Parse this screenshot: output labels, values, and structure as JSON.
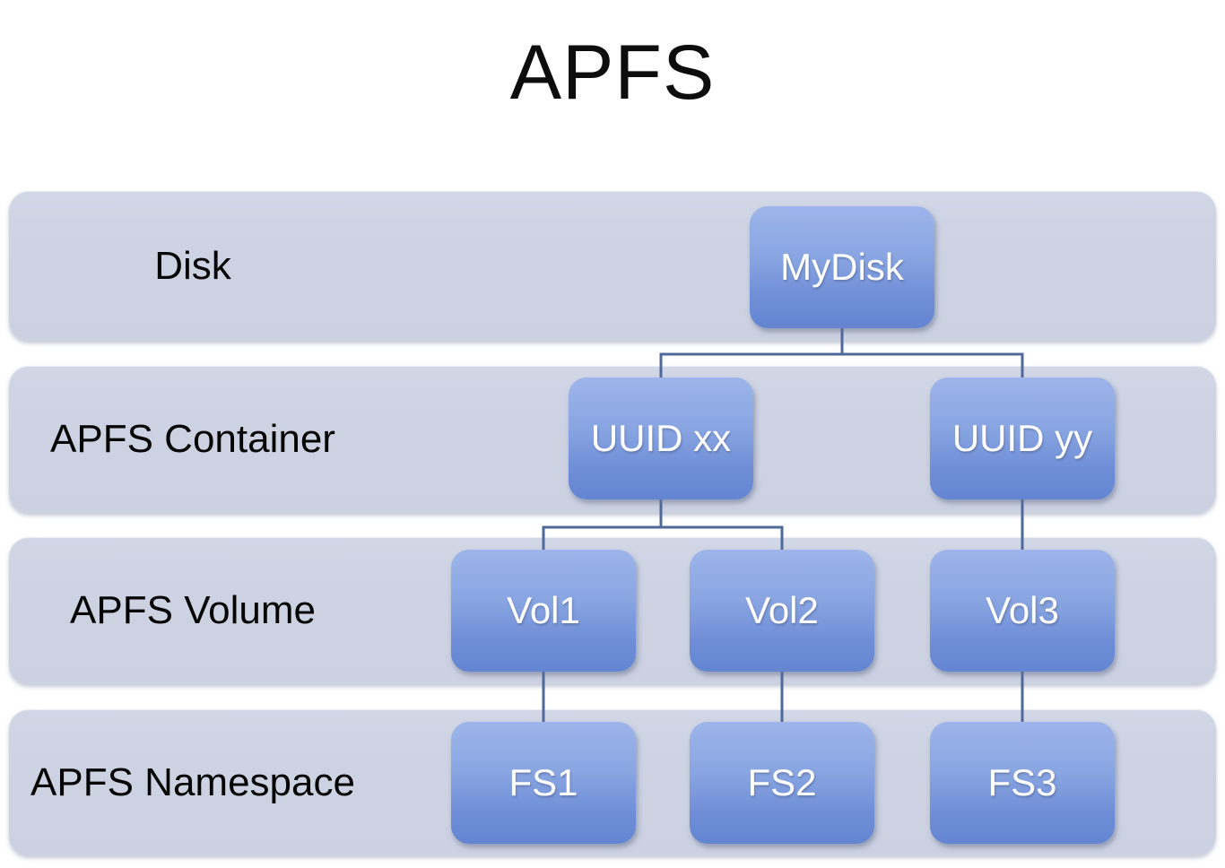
{
  "title": "APFS",
  "colors": {
    "background": "#ffffff",
    "band_fill": "#cdd3e3",
    "node_gradient_top": "#9db5ea",
    "node_gradient_bottom": "#6385d2",
    "connector_line": "#4e699a",
    "band_label_text": "#050505",
    "node_label_text": "#ffffff",
    "title_text": "#0d0d0d"
  },
  "diagram": {
    "type": "layered-hierarchy",
    "rows": [
      {
        "label": "Disk",
        "nodes": [
          {
            "id": "mydisk",
            "label": "MyDisk"
          }
        ]
      },
      {
        "label": "APFS Container",
        "nodes": [
          {
            "id": "uuid-xx",
            "label": "UUID xx"
          },
          {
            "id": "uuid-yy",
            "label": "UUID yy"
          }
        ]
      },
      {
        "label": "APFS Volume",
        "nodes": [
          {
            "id": "vol1",
            "label": "Vol1"
          },
          {
            "id": "vol2",
            "label": "Vol2"
          },
          {
            "id": "vol3",
            "label": "Vol3"
          }
        ]
      },
      {
        "label": "APFS Namespace",
        "nodes": [
          {
            "id": "fs1",
            "label": "FS1"
          },
          {
            "id": "fs2",
            "label": "FS2"
          },
          {
            "id": "fs3",
            "label": "FS3"
          }
        ]
      }
    ],
    "edges": [
      {
        "from": "mydisk",
        "to": "uuid-xx"
      },
      {
        "from": "mydisk",
        "to": "uuid-yy"
      },
      {
        "from": "uuid-xx",
        "to": "vol1"
      },
      {
        "from": "uuid-xx",
        "to": "vol2"
      },
      {
        "from": "uuid-yy",
        "to": "vol3"
      },
      {
        "from": "vol1",
        "to": "fs1"
      },
      {
        "from": "vol2",
        "to": "fs2"
      },
      {
        "from": "vol3",
        "to": "fs3"
      }
    ]
  }
}
